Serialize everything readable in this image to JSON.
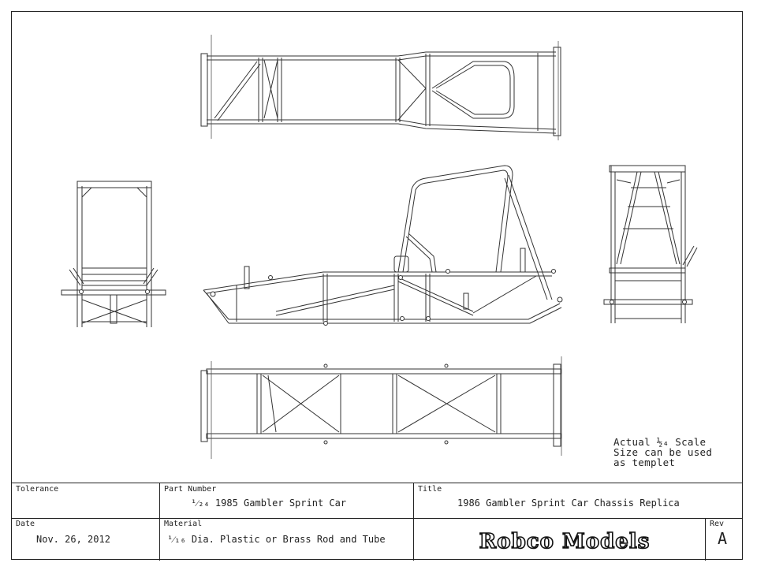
{
  "note": {
    "line1": "Actual ½₄ Scale",
    "line2": "Size can be used",
    "line3": "as templet"
  },
  "title_block": {
    "tolerance_label": "Tolerance",
    "tolerance_value": "",
    "part_number_label": "Part Number",
    "part_number_value": "¹⁄₂₄ 1985 Gambler Sprint Car",
    "title_label": "Title",
    "title_value": "1986 Gambler Sprint Car Chassis Replica",
    "date_label": "Date",
    "date_value": "Nov. 26, 2012",
    "material_label": "Material",
    "material_value": "¹⁄₁₆ Dia. Plastic or Brass Rod and Tube",
    "company": "Robco Models",
    "rev_label": "Rev",
    "rev_value": "A"
  },
  "views": [
    "top-view",
    "side-view",
    "bottom-view",
    "front-view",
    "rear-view"
  ]
}
